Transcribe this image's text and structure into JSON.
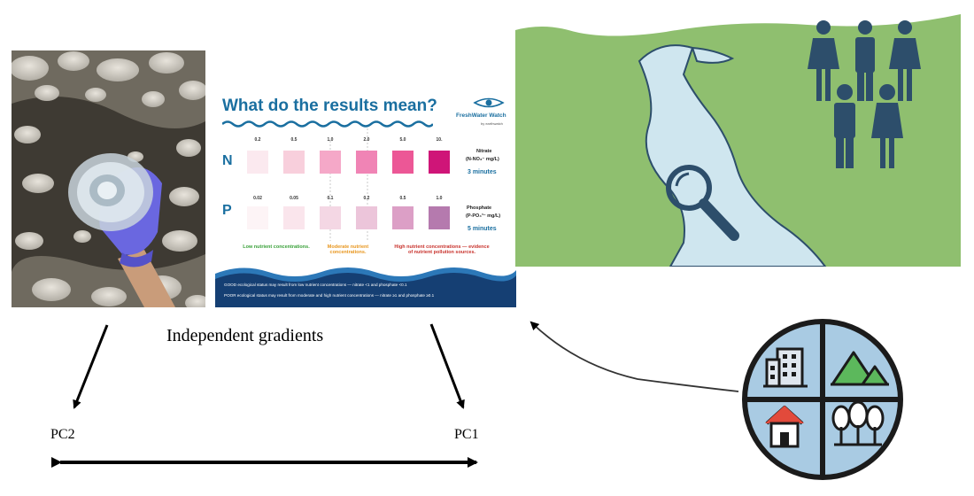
{
  "card": {
    "title": "What do the results mean?",
    "brand_name": "FreshWater Watch",
    "brand_sub": "by earthwatch",
    "nitrogen": {
      "letter": "N",
      "concentrations": [
        "0.2",
        "0.5",
        "1.0",
        "2.0",
        "5.0",
        "10."
      ],
      "colors": [
        "#fbe9ef",
        "#f8cfdc",
        "#f5a8c8",
        "#f084b5",
        "#ec5796",
        "#cf1578"
      ],
      "name": "Nitrate",
      "unit": "(N-NO₃⁻ mg/L)",
      "time": "3 minutes"
    },
    "phosphorus": {
      "letter": "P",
      "concentrations": [
        "0.02",
        "0.05",
        "0.1",
        "0.2",
        "0.5",
        "1.0"
      ],
      "colors": [
        "#fdf4f6",
        "#fae5ec",
        "#f4d7e4",
        "#ecc5da",
        "#dc9fc6",
        "#b57aae"
      ],
      "name": "Phosphate",
      "unit": "(P-PO₄³⁻ mg/L)",
      "time": "5 minutes"
    },
    "legend": {
      "low": "Low nutrient concentrations.",
      "moderate": "Moderate nutrient concentrations.",
      "high": "High nutrient concentrations — evidence of nutrient pollution sources.",
      "low_color": "#3aa13a",
      "moderate_color": "#e8961e",
      "high_color": "#c8322c"
    },
    "footer": {
      "good": "GOOD ecological status may result from low nutrient concentrations — nitrate <1 and phosphate <0.1",
      "poor": "POOR ecological status may result from moderate and high nutrient concentrations — nitrate ≥1 and phosphate ≥0.1"
    }
  },
  "labels": {
    "gradients": "Independent gradients",
    "pc2": "PC2",
    "pc1": "PC1"
  },
  "colors": {
    "land": "#8fbf6f",
    "river": "#cfe6ef",
    "icon_blue": "#2d4e6b",
    "landuse_quadrants": "#a9cbe3"
  },
  "icons": [
    "water-sample-photo",
    "magnifier-icon",
    "people-icon",
    "land-use-icon",
    "building-icon",
    "mountain-icon",
    "house-icon",
    "trees-icon"
  ]
}
